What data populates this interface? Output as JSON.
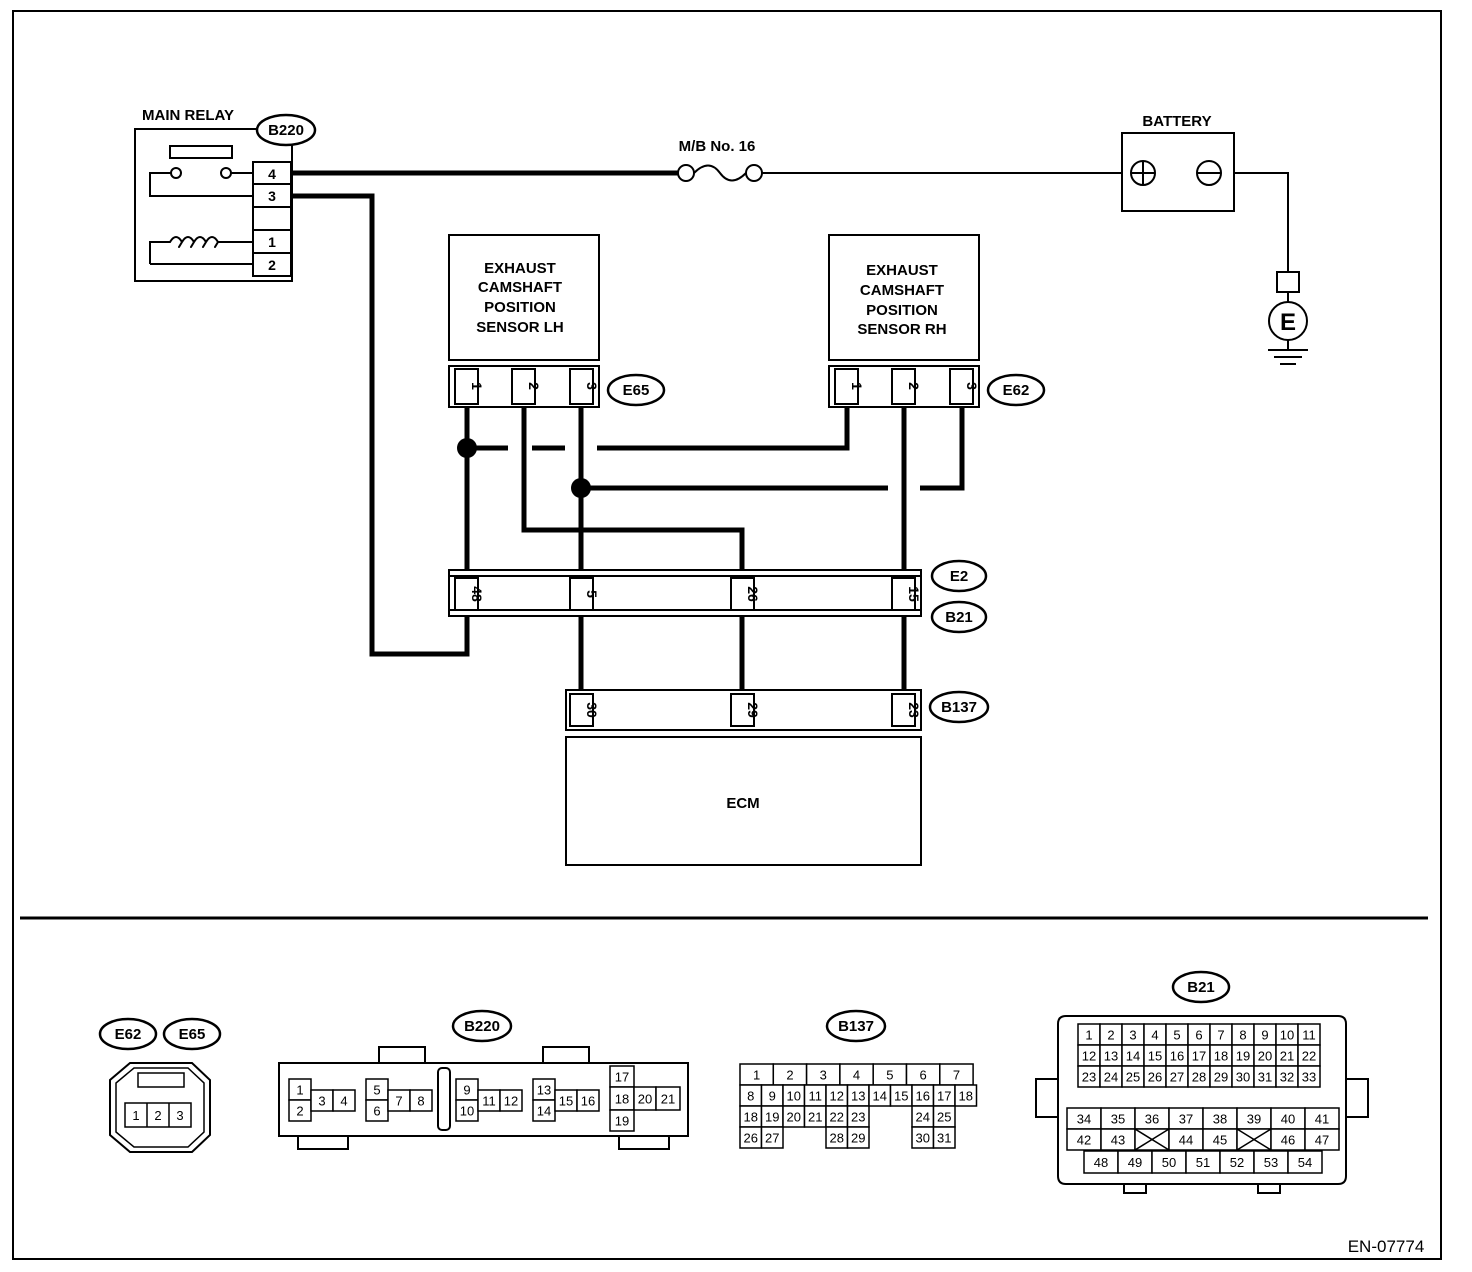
{
  "wiring": {
    "main_relay": {
      "label": "MAIN RELAY",
      "connector": "B220",
      "pins": [
        "4",
        "3",
        "1",
        "2"
      ]
    },
    "fuse": {
      "label": "M/B No. 16"
    },
    "battery": {
      "label": "BATTERY",
      "ground": "E"
    },
    "sensor_lh": {
      "lines": [
        "EXHAUST",
        "CAMSHAFT",
        "POSITION",
        "SENSOR LH"
      ],
      "connector": "E65",
      "pins": [
        "1",
        "2",
        "3"
      ]
    },
    "sensor_rh": {
      "lines": [
        "EXHAUST",
        "CAMSHAFT",
        "POSITION",
        "SENSOR RH"
      ],
      "connector": "E62",
      "pins": [
        "1",
        "2",
        "3"
      ]
    },
    "joint": {
      "connector_top": "E2",
      "connector_bottom": "B21",
      "pins": [
        "48",
        "5",
        "26",
        "15"
      ]
    },
    "ecm": {
      "label": "ECM",
      "connector": "B137",
      "pins": [
        "30",
        "29",
        "23"
      ]
    }
  },
  "connector_views": {
    "e62_e65": {
      "tags": [
        "E62",
        "E65"
      ],
      "pins": [
        "1",
        "2",
        "3"
      ]
    },
    "b220": {
      "tag": "B220",
      "pins": [
        "1",
        "2",
        "3",
        "4",
        "5",
        "6",
        "7",
        "8",
        "9",
        "10",
        "11",
        "12",
        "13",
        "14",
        "15",
        "16",
        "17",
        "18",
        "20",
        "21",
        "19"
      ]
    },
    "b137": {
      "tag": "B137",
      "pins": [
        "1",
        "2",
        "3",
        "4",
        "5",
        "6",
        "7",
        "8",
        "9",
        "10",
        "11",
        "12",
        "13",
        "14",
        "15",
        "16",
        "17",
        "18",
        "19",
        "20",
        "21",
        "22",
        "23",
        "24",
        "25",
        "26",
        "27",
        "28",
        "29",
        "30",
        "31"
      ]
    },
    "b21": {
      "tag": "B21",
      "pins": [
        "1",
        "2",
        "3",
        "4",
        "5",
        "6",
        "7",
        "8",
        "9",
        "10",
        "11",
        "12",
        "13",
        "14",
        "15",
        "16",
        "17",
        "18",
        "19",
        "20",
        "21",
        "22",
        "23",
        "24",
        "25",
        "26",
        "27",
        "28",
        "29",
        "30",
        "31",
        "32",
        "33",
        "34",
        "35",
        "36",
        "37",
        "38",
        "39",
        "40",
        "41",
        "42",
        "43",
        "44",
        "45",
        "46",
        "47",
        "48",
        "49",
        "50",
        "51",
        "52",
        "53",
        "54"
      ]
    }
  },
  "footer": {
    "code": "EN-07774"
  }
}
